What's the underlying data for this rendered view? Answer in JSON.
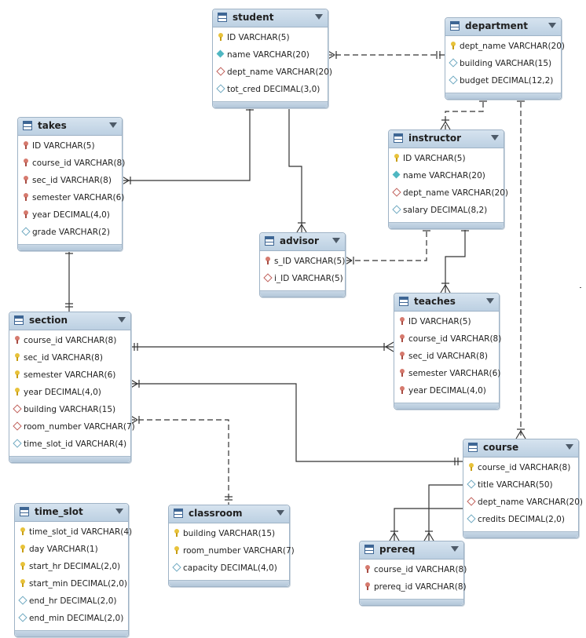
{
  "entities": {
    "student": {
      "name": "student",
      "fields": [
        {
          "text": "ID VARCHAR(5)",
          "icon": "pk"
        },
        {
          "text": "name VARCHAR(20)",
          "icon": "nn"
        },
        {
          "text": "dept_name VARCHAR(20)",
          "icon": "fk"
        },
        {
          "text": "tot_cred DECIMAL(3,0)",
          "icon": "col"
        }
      ]
    },
    "department": {
      "name": "department",
      "fields": [
        {
          "text": "dept_name VARCHAR(20)",
          "icon": "pk"
        },
        {
          "text": "building VARCHAR(15)",
          "icon": "col"
        },
        {
          "text": "budget DECIMAL(12,2)",
          "icon": "col"
        }
      ]
    },
    "takes": {
      "name": "takes",
      "fields": [
        {
          "text": "ID VARCHAR(5)",
          "icon": "pkfk"
        },
        {
          "text": "course_id VARCHAR(8)",
          "icon": "pkfk"
        },
        {
          "text": "sec_id VARCHAR(8)",
          "icon": "pkfk"
        },
        {
          "text": "semester VARCHAR(6)",
          "icon": "pkfk"
        },
        {
          "text": "year DECIMAL(4,0)",
          "icon": "pkfk"
        },
        {
          "text": "grade VARCHAR(2)",
          "icon": "col"
        }
      ]
    },
    "instructor": {
      "name": "instructor",
      "fields": [
        {
          "text": "ID VARCHAR(5)",
          "icon": "pk"
        },
        {
          "text": "name VARCHAR(20)",
          "icon": "nn"
        },
        {
          "text": "dept_name VARCHAR(20)",
          "icon": "fk"
        },
        {
          "text": "salary DECIMAL(8,2)",
          "icon": "col"
        }
      ]
    },
    "advisor": {
      "name": "advisor",
      "fields": [
        {
          "text": "s_ID VARCHAR(5)",
          "icon": "pkfk"
        },
        {
          "text": "i_ID VARCHAR(5)",
          "icon": "fk"
        }
      ]
    },
    "section": {
      "name": "section",
      "fields": [
        {
          "text": "course_id VARCHAR(8)",
          "icon": "pkfk"
        },
        {
          "text": "sec_id VARCHAR(8)",
          "icon": "pk"
        },
        {
          "text": "semester VARCHAR(6)",
          "icon": "pk"
        },
        {
          "text": "year DECIMAL(4,0)",
          "icon": "pk"
        },
        {
          "text": "building VARCHAR(15)",
          "icon": "fk"
        },
        {
          "text": "room_number VARCHAR(7)",
          "icon": "fk"
        },
        {
          "text": "time_slot_id VARCHAR(4)",
          "icon": "col"
        }
      ]
    },
    "teaches": {
      "name": "teaches",
      "fields": [
        {
          "text": "ID VARCHAR(5)",
          "icon": "pkfk"
        },
        {
          "text": "course_id VARCHAR(8)",
          "icon": "pkfk"
        },
        {
          "text": "sec_id VARCHAR(8)",
          "icon": "pkfk"
        },
        {
          "text": "semester VARCHAR(6)",
          "icon": "pkfk"
        },
        {
          "text": "year DECIMAL(4,0)",
          "icon": "pkfk"
        }
      ]
    },
    "course": {
      "name": "course",
      "fields": [
        {
          "text": "course_id VARCHAR(8)",
          "icon": "pk"
        },
        {
          "text": "title VARCHAR(50)",
          "icon": "col"
        },
        {
          "text": "dept_name VARCHAR(20)",
          "icon": "fk"
        },
        {
          "text": "credits DECIMAL(2,0)",
          "icon": "col"
        }
      ]
    },
    "time_slot": {
      "name": "time_slot",
      "fields": [
        {
          "text": "time_slot_id VARCHAR(4)",
          "icon": "pk"
        },
        {
          "text": "day VARCHAR(1)",
          "icon": "pk"
        },
        {
          "text": "start_hr DECIMAL(2,0)",
          "icon": "pk"
        },
        {
          "text": "start_min DECIMAL(2,0)",
          "icon": "pk"
        },
        {
          "text": "end_hr DECIMAL(2,0)",
          "icon": "col"
        },
        {
          "text": "end_min DECIMAL(2,0)",
          "icon": "col"
        }
      ]
    },
    "classroom": {
      "name": "classroom",
      "fields": [
        {
          "text": "building VARCHAR(15)",
          "icon": "pk"
        },
        {
          "text": "room_number VARCHAR(7)",
          "icon": "pk"
        },
        {
          "text": "capacity DECIMAL(4,0)",
          "icon": "col"
        }
      ]
    },
    "prereq": {
      "name": "prereq",
      "fields": [
        {
          "text": "course_id VARCHAR(8)",
          "icon": "pkfk"
        },
        {
          "text": "prereq_id VARCHAR(8)",
          "icon": "pkfk"
        }
      ]
    }
  },
  "colors": {
    "header": "#c3d5e6",
    "border": "#9fb3c6",
    "line": "#333333",
    "pk": "#e8c23a",
    "pkfk": "#d67a6e",
    "nn": "#4fb7c2"
  },
  "icons": {
    "pk": "key-icon",
    "pkfk": "foreign-key-icon",
    "nn": "not-null-diamond-icon",
    "fk": "fk-diamond-icon",
    "col": "column-diamond-icon"
  }
}
